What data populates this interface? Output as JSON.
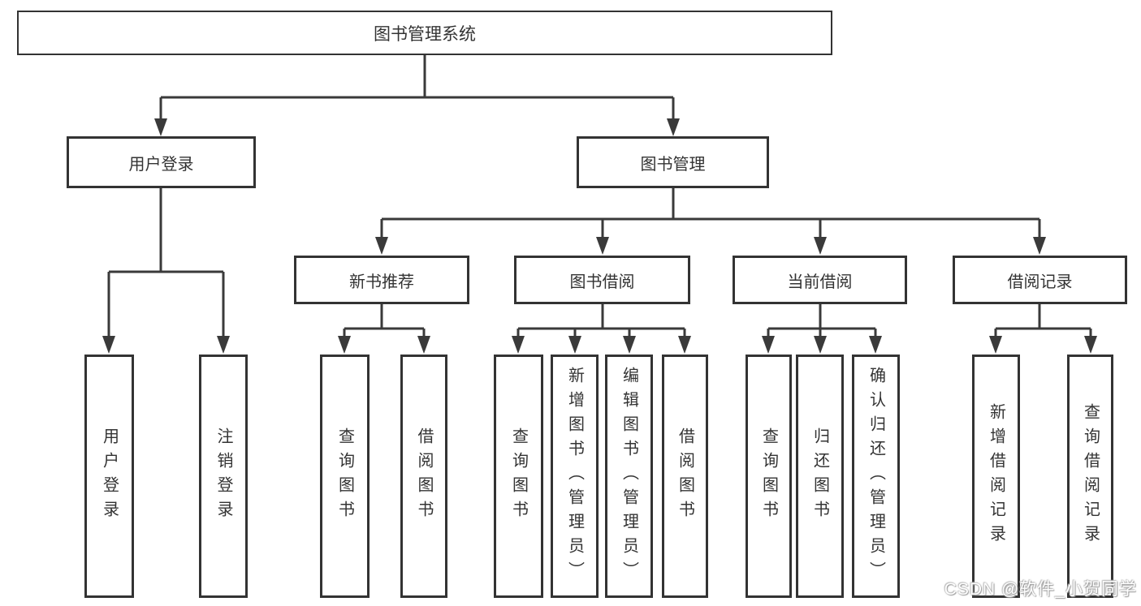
{
  "tree": {
    "label": "图书管理系统",
    "children": [
      {
        "label": "用户登录",
        "children": [
          {
            "label": "用户登录"
          },
          {
            "label": "注销登录"
          }
        ]
      },
      {
        "label": "图书管理",
        "children": [
          {
            "label": "新书推荐",
            "children": [
              {
                "label": "查询图书"
              },
              {
                "label": "借阅图书"
              }
            ]
          },
          {
            "label": "图书借阅",
            "children": [
              {
                "label": "查询图书"
              },
              {
                "label": "新增图书（管理员）"
              },
              {
                "label": "编辑图书（管理员）"
              },
              {
                "label": "借阅图书"
              }
            ]
          },
          {
            "label": "当前借阅",
            "children": [
              {
                "label": "查询图书"
              },
              {
                "label": "归还图书"
              },
              {
                "label": "确认归还（管理员）"
              }
            ]
          },
          {
            "label": "借阅记录",
            "children": [
              {
                "label": "新增借阅记录"
              },
              {
                "label": "查询借阅记录"
              }
            ]
          }
        ]
      }
    ]
  },
  "watermark": {
    "text": "CSDN @软件_小贺同学"
  },
  "colors": {
    "line": "#3a3a3a",
    "box_border": "#333333",
    "text": "#333333",
    "background": "#ffffff",
    "watermark_text": "#ffffff"
  }
}
